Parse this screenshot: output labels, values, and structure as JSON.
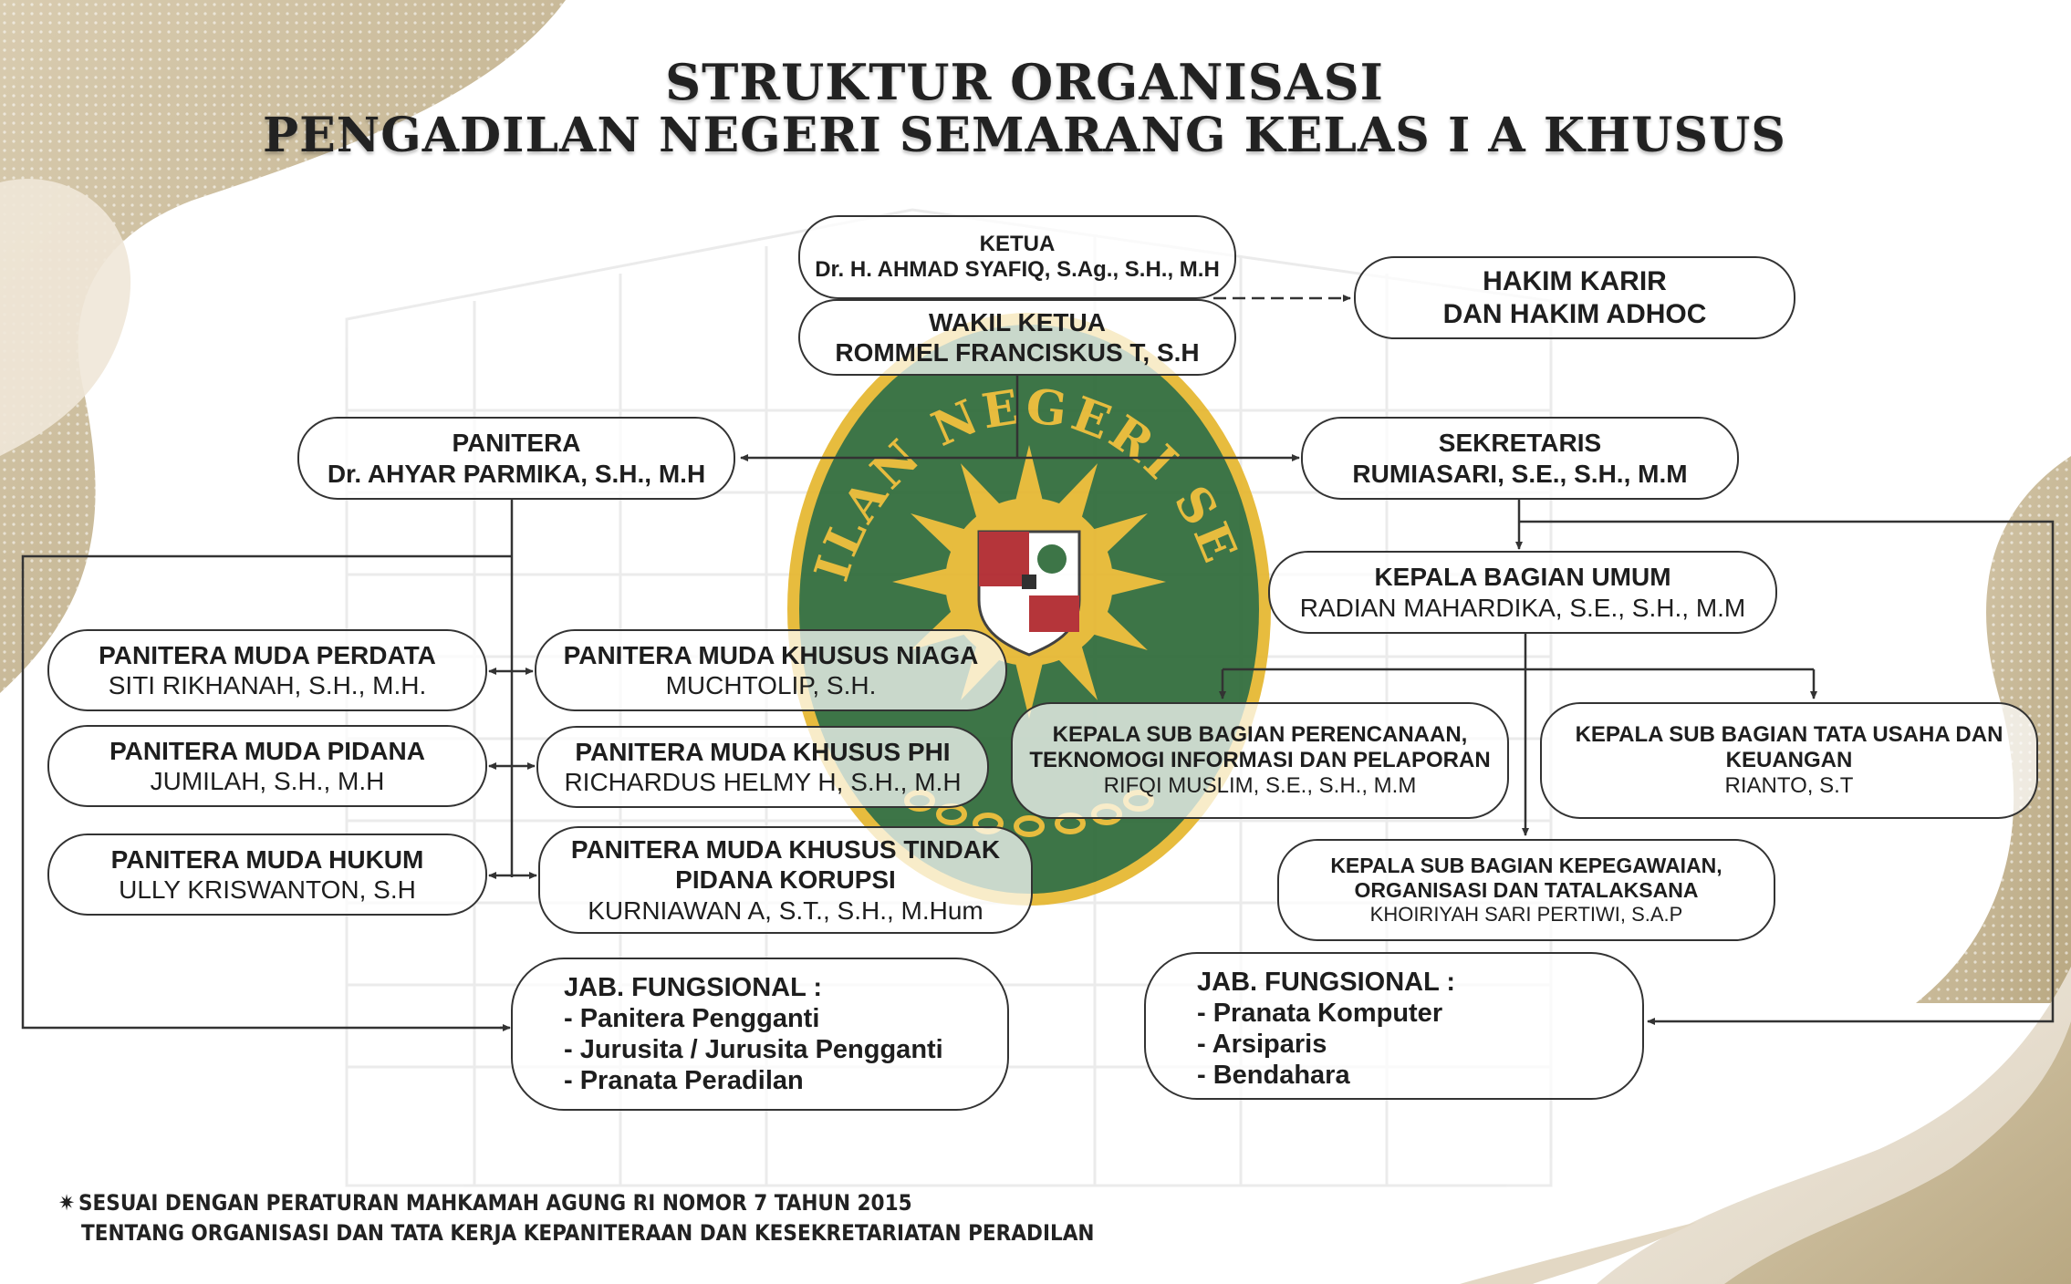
{
  "title": {
    "line1": "STRUKTUR ORGANISASI",
    "line2": "PENGADILAN NEGERI SEMARANG KELAS I A KHUSUS"
  },
  "nodes": {
    "ketua": {
      "role": "KETUA",
      "name": "Dr. H. AHMAD SYAFIQ, S.Ag., S.H., M.H"
    },
    "wakil": {
      "role": "WAKIL KETUA",
      "name": "ROMMEL FRANCISKUS T, S.H"
    },
    "hakim": {
      "line1": "HAKIM KARIR",
      "line2": "DAN HAKIM ADHOC"
    },
    "panitera": {
      "role": "PANITERA",
      "name": "Dr. AHYAR PARMIKA, S.H., M.H"
    },
    "sekretaris": {
      "role": "SEKRETARIS",
      "name": "RUMIASARI, S.E., S.H., M.M"
    },
    "kabag_umum": {
      "role": "KEPALA BAGIAN UMUM",
      "name": "RADIAN MAHARDIKA, S.E., S.H., M.M"
    },
    "pm_perdata": {
      "role": "PANITERA MUDA PERDATA",
      "name": "SITI RIKHANAH, S.H., M.H."
    },
    "pm_pidana": {
      "role": "PANITERA MUDA PIDANA",
      "name": "JUMILAH, S.H., M.H"
    },
    "pm_hukum": {
      "role": "PANITERA MUDA HUKUM",
      "name": "ULLY KRISWANTON, S.H"
    },
    "pm_niaga": {
      "role": "PANITERA MUDA KHUSUS NIAGA",
      "name": "MUCHTOLIP, S.H."
    },
    "pm_phi": {
      "role": "PANITERA MUDA KHUSUS PHI",
      "name": "RICHARDUS HELMY H, S.H., M.H"
    },
    "pm_tipikor": {
      "role1": "PANITERA MUDA KHUSUS TINDAK",
      "role2": "PIDANA KORUPSI",
      "name": "KURNIAWAN A, S.T., S.H., M.Hum"
    },
    "ksb_perencanaan": {
      "role1": "KEPALA SUB BAGIAN PERENCANAAN,",
      "role2": "TEKNOMOGI INFORMASI DAN PELAPORAN",
      "name": "RIFQI MUSLIM, S.E., S.H., M.M"
    },
    "ksb_tu": {
      "role1": "KEPALA SUB BAGIAN TATA USAHA DAN",
      "role2": "KEUANGAN",
      "name": "RIANTO, S.T"
    },
    "ksb_kepegawaian": {
      "role1": "KEPALA SUB BAGIAN KEPEGAWAIAN,",
      "role2": "ORGANISASI DAN TATALAKSANA",
      "name": "KHOIRIYAH SARI PERTIWI, S.A.P"
    }
  },
  "jab_kepaniteraan": {
    "heading": "JAB. FUNGSIONAL :",
    "items": [
      "- Panitera Pengganti",
      "- Jurusita / Jurusita Pengganti",
      "- Pranata Peradilan"
    ]
  },
  "jab_kesekretariatan": {
    "heading": "JAB. FUNGSIONAL :",
    "items": [
      "- Pranata Komputer",
      "- Arsiparis",
      "- Bendahara"
    ]
  },
  "footnote": {
    "line1": "SESUAI DENGAN PERATURAN MAHKAMAH AGUNG RI NOMOR 7 TAHUN 2015",
    "line2": "TENTANG ORGANISASI DAN TATA KERJA KEPANITERAAN DAN KESEKRETARIATAN PERADILAN"
  },
  "emblem": {
    "text": "PENGADILAN NEGERI SEMARANG",
    "colors": {
      "green": "#2f6b3a",
      "gold": "#e6b730",
      "red": "#b0262c"
    }
  },
  "colors": {
    "line": "#333333",
    "decor_beige": "#c9b893",
    "decor_dark": "#a8997a"
  }
}
